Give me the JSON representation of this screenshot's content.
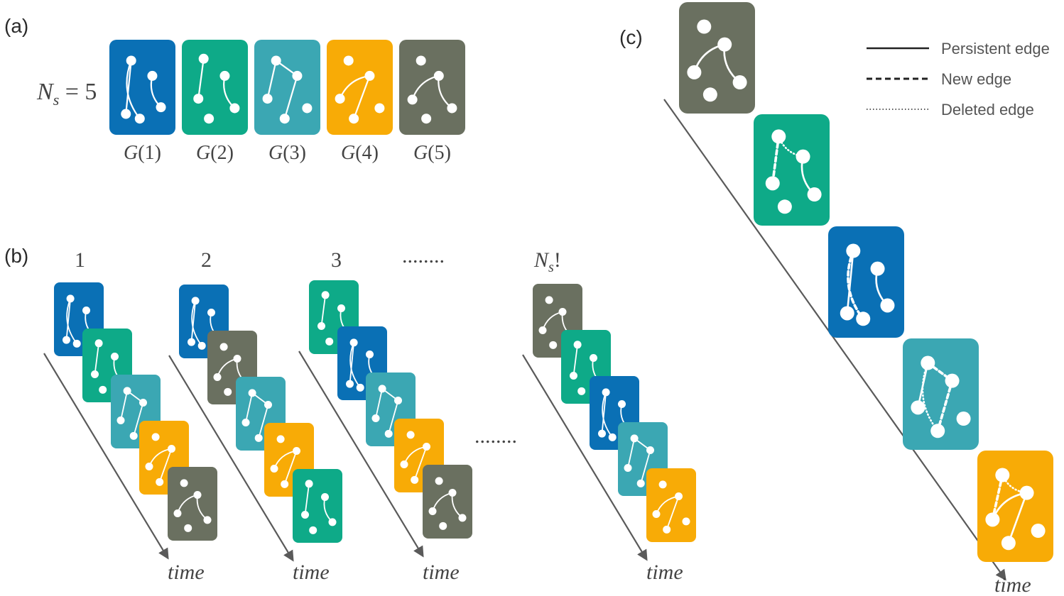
{
  "colors": {
    "G1": "#0A70B5",
    "G2": "#0EAA88",
    "G3": "#3BA7B3",
    "G4": "#F8AB06",
    "G5": "#6A7060",
    "arrow": "#5a5a5a",
    "node": "#ffffff"
  },
  "panel_a": {
    "label": "(a)",
    "ns_symbol": "N",
    "ns_sub": "s",
    "ns_equals": " = 5",
    "snapshots": [
      {
        "g": "G1",
        "label_pre": "G",
        "label_arg": "(1)"
      },
      {
        "g": "G2",
        "label_pre": "G",
        "label_arg": "(2)"
      },
      {
        "g": "G3",
        "label_pre": "G",
        "label_arg": "(3)"
      },
      {
        "g": "G4",
        "label_pre": "G",
        "label_arg": "(4)"
      },
      {
        "g": "G5",
        "label_pre": "G",
        "label_arg": "(5)"
      }
    ]
  },
  "panel_b": {
    "label": "(b)",
    "dots": "........",
    "orderings": [
      {
        "number": "1",
        "sequence": [
          "G1",
          "G2",
          "G3",
          "G4",
          "G5"
        ],
        "time_label": "time"
      },
      {
        "number": "2",
        "sequence": [
          "G1",
          "G5",
          "G3",
          "G4",
          "G2"
        ],
        "time_label": "time"
      },
      {
        "number": "3",
        "sequence": [
          "G2",
          "G1",
          "G3",
          "G4",
          "G5"
        ],
        "time_label": "time"
      },
      {
        "number_sym": "N",
        "number_sub": "s",
        "number_suffix": "!",
        "sequence": [
          "G5",
          "G2",
          "G1",
          "G3",
          "G4"
        ],
        "time_label": "time"
      }
    ]
  },
  "panel_c": {
    "label": "(c)",
    "sequence": [
      "G5",
      "G2",
      "G1",
      "G3",
      "G4"
    ],
    "time_label": "time",
    "legend": [
      {
        "style": "solid",
        "label": "Persistent edge"
      },
      {
        "style": "dashed",
        "label": "New edge"
      },
      {
        "style": "dotted",
        "label": "Deleted edge"
      }
    ]
  }
}
